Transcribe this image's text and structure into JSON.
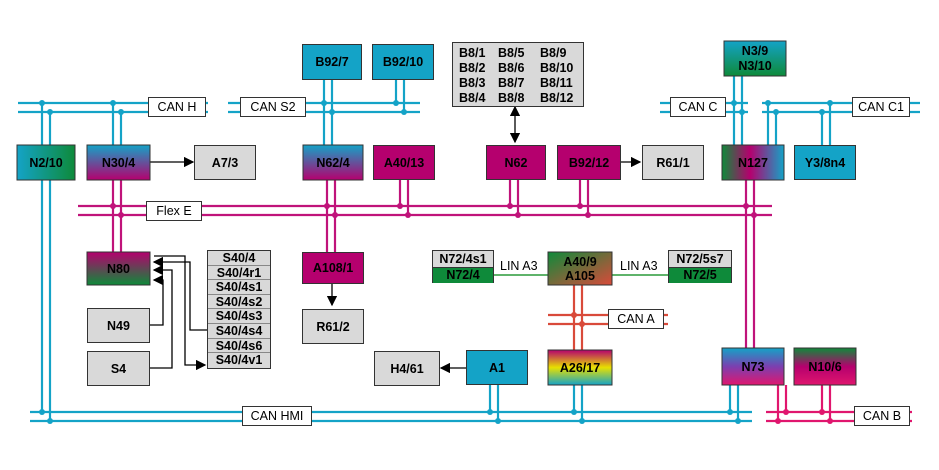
{
  "buses": {
    "can_h": "CAN H",
    "can_s2": "CAN S2",
    "can_c": "CAN C",
    "can_c1": "CAN C1",
    "flex_e": "Flex E",
    "can_hmi": "CAN HMI",
    "can_a": "CAN A",
    "can_b": "CAN B",
    "lin_a3_left": "LIN A3",
    "lin_a3_right": "LIN A3"
  },
  "nodes": {
    "n2_10": "N2/10",
    "n30_4": "N30/4",
    "a7_3": "A7/3",
    "b92_7": "B92/7",
    "b92_10": "B92/10",
    "n62_4": "N62/4",
    "a40_13": "A40/13",
    "n62": "N62",
    "b92_12": "B92/12",
    "r61_1": "R61/1",
    "n3_9": "N3/9",
    "n3_10": "N3/10",
    "n127": "N127",
    "y3_8n4": "Y3/8n4",
    "n80": "N80",
    "n49": "N49",
    "s4": "S4",
    "a108_1": "A108/1",
    "r61_2": "R61/2",
    "n72_4s1": "N72/4s1",
    "n72_4": "N72/4",
    "a40_9": "A40/9",
    "a105": "A105",
    "n72_5s7": "N72/5s7",
    "n72_5": "N72/5",
    "h4_61": "H4/61",
    "a1": "A1",
    "a26_17": "A26/17",
    "n73": "N73",
    "n10_6": "N10/6"
  },
  "b8_sensors": [
    "B8/1",
    "B8/5",
    "B8/9",
    "B8/2",
    "B8/6",
    "B8/10",
    "B8/3",
    "B8/7",
    "B8/11",
    "B8/4",
    "B8/8",
    "B8/12"
  ],
  "s40_switches": [
    "S40/4",
    "S40/4r1",
    "S40/4s1",
    "S40/4s2",
    "S40/4s3",
    "S40/4s4",
    "S40/4s6",
    "S40/4v1"
  ],
  "colors": {
    "can_cyan": "#14a3c7",
    "flex_magenta": "#c0137a",
    "can_b_pink": "#e0166e",
    "can_a_red": "#d94a3a",
    "lin_green": "#2a9a3a",
    "module_magenta": "#b5006e",
    "module_cyan": "#14a3c7",
    "module_green": "#0e8a3a",
    "component_grey": "#d9d9d9"
  }
}
